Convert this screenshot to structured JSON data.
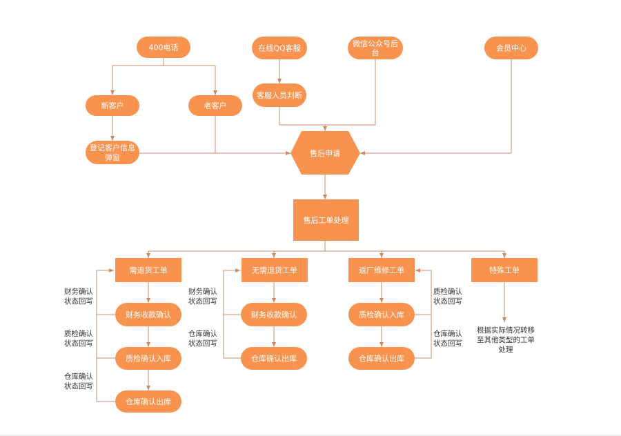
{
  "nodes": {
    "n400": "400电话",
    "qq": "在线QQ客服",
    "wechat_1": "微信公众号后",
    "wechat_2": "台",
    "member": "会员中心",
    "new_cust": "新客户",
    "old_cust": "老客户",
    "staff_judge": "客服人员判断",
    "register_1": "登记客户信息",
    "register_2": "弹窗",
    "apply": "售后申请",
    "process": "售后工单处理",
    "need_return": "需退货工单",
    "no_return": "无需退货工单",
    "repair": "返厂维修工单",
    "special": "特殊工单",
    "fin_confirm_1": "财务收款确认",
    "qc_confirm_1": "质检确认入库",
    "wh_confirm_1": "仓库确认出库",
    "fin_confirm_2": "财务收款确认",
    "wh_confirm_2": "仓库确认出库",
    "qc_confirm_3": "质检确认入库",
    "wh_confirm_3": "仓库确认出库"
  },
  "notes": {
    "a1": "财务确认",
    "a2": "状态回写",
    "b1": "质检确认",
    "b2": "状态回写",
    "c1": "仓库确认",
    "c2": "状态回写",
    "d1": "财务确认",
    "d2": "状态回写",
    "e1": "仓库确认",
    "e2": "状态回写",
    "f1": "质检确认",
    "f2": "状态回写",
    "g1": "仓库确认",
    "g2": "状态回写",
    "s1": "根据实际情况转移",
    "s2": "至其他类型的工单",
    "s3": "处理"
  },
  "colors": {
    "node_fill": "#f7924f",
    "connector": "#c98a64",
    "node_text": "#ffffff",
    "note_text": "#333333"
  }
}
